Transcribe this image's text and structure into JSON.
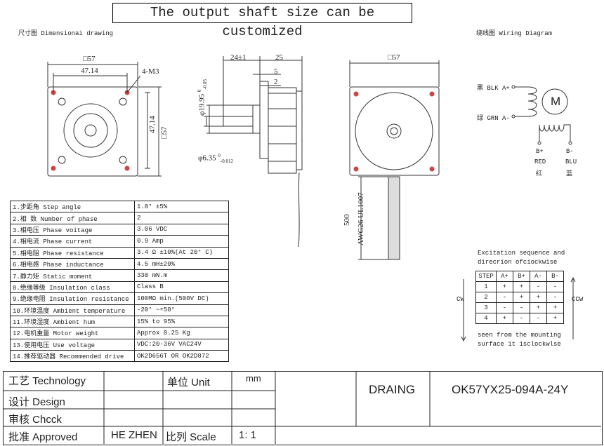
{
  "banner": "The output shaft size can be customized",
  "labels": {
    "dimensional": "尺寸图 Dimensionai drawing",
    "wiring": "绕线图 Wiring Diagram"
  },
  "front_view": {
    "width": "□57",
    "hole_spacing": "47.14",
    "screw": "4-M3",
    "height_spacing": "47.14",
    "height": "□57"
  },
  "side_view": {
    "shaft_ext": "24±1",
    "body_len": "25",
    "flange": "5",
    "step": "2",
    "boss_dia": "φ19.95",
    "boss_tol_up": "0",
    "boss_tol_down": "-0.05",
    "shaft_dia": "φ6.35",
    "shaft_tol_up": "0",
    "shaft_tol_down": "-0.012"
  },
  "rear_view": {
    "width": "□57",
    "lead_len": "500",
    "cable": "AWG26 UL1007"
  },
  "wiring": {
    "blk": "黑 BLK A+",
    "grn": "绿 GRN A-",
    "motor": "M",
    "bplus": "B+",
    "bminus": "B-",
    "red": "RED",
    "blu": "BLU",
    "red_cn": "红",
    "blu_cn": "蓝"
  },
  "specs": [
    [
      "1.步距角 Step angle",
      "1.8° ±5%"
    ],
    [
      "2.相  数 Number of phase",
      "2"
    ],
    [
      "3.相电压 Phase voitage",
      "3.06 VDC"
    ],
    [
      "4.相电流 Phase current",
      "0.9 Amp"
    ],
    [
      "5.相电阻 Phase resistance",
      "3.4 Ω ±10%(At 20° C)"
    ],
    [
      "6.相电感 Phase inductance",
      "4.5 mH±20%"
    ],
    [
      "7.静力矩 Static moment",
      "330 mN.m"
    ],
    [
      "8.绝缘等级 Insulation class",
      "Class B"
    ],
    [
      "9.绝缘电阻 Insulation resistance",
      "100MΩ min.(500V DC)"
    ],
    [
      "10.环境温度 Ambient temperature",
      "-20° ~+50°"
    ],
    [
      "11.环境湿度 Ambient hum",
      "15% to 95%"
    ],
    [
      "12.电机重量 Motor weight",
      "Approx 0.25 Kg"
    ],
    [
      "13.使用电压 Use voltage",
      "VDC:20-36V VAC24V"
    ],
    [
      "14.推荐驱动器 Recommended drive",
      "OK2D656T OR OK2D872"
    ]
  ],
  "excitation": {
    "title1": "Excitation sequence and",
    "title2": "direcrion ofciockwise",
    "headers": [
      "STEP",
      "A+",
      "B+",
      "A-",
      "B-"
    ],
    "rows": [
      [
        "1",
        "+",
        "+",
        "-",
        "-"
      ],
      [
        "2",
        "-",
        "+",
        "+",
        "-"
      ],
      [
        "3",
        "-",
        "-",
        "+",
        "+"
      ],
      [
        "4",
        "+",
        "-",
        "-",
        "+"
      ]
    ],
    "cw": "CW",
    "ccw": "CCW",
    "note1": "seen from the mounting",
    "note2": "surface 1t 1sclockwlse"
  },
  "title_block": {
    "technology": "工艺 Technology",
    "unit_label": "单位 Unit",
    "unit_value": "mm",
    "design": "设计 Design",
    "check": "审核 Chcck",
    "approved": "批准 Approved",
    "approver": "HE ZHEN",
    "scale_label": "比列 Scale",
    "scale_value": "1: 1",
    "drawing": "DRAING",
    "model": "OK57YX25-094A-24Y"
  }
}
